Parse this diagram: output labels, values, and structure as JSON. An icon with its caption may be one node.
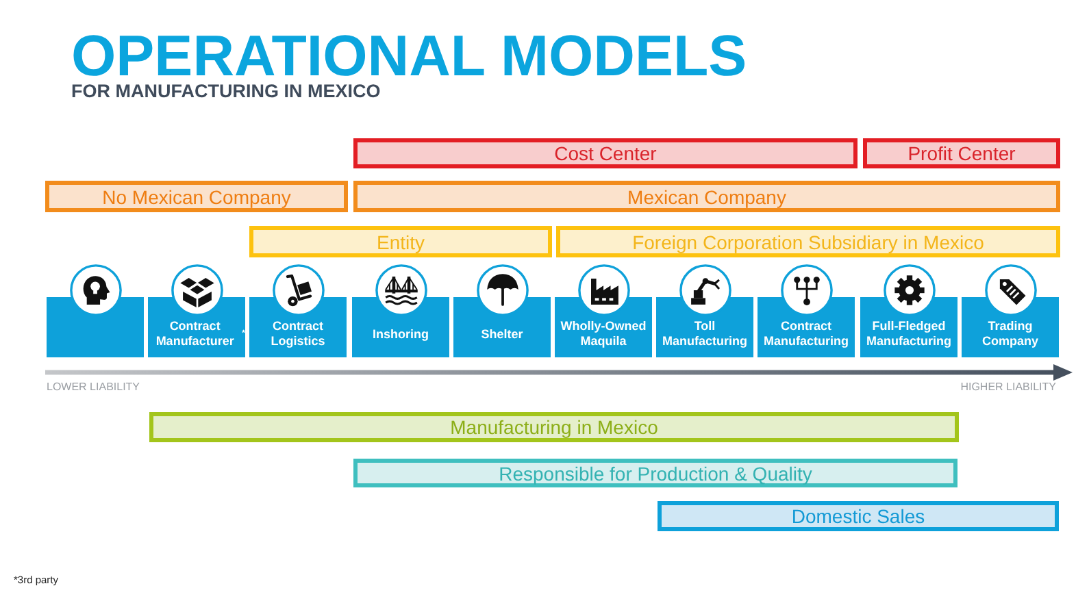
{
  "diagram": {
    "title": "OPERATIONAL MODELS",
    "nodes": [
      {
        "text": [
          "Cost Center"
        ]
      },
      {
        "text": [
          "Profit Center"
        ]
      },
      {
        "text": [
          "No Mexican Company"
        ]
      },
      {
        "text": [
          "Mexican Company"
        ]
      },
      {
        "text": [
          "Entity"
        ]
      },
      {
        "text": [
          "Foreign Corporation Subsidiary in Mexico"
        ]
      },
      {
        "text": [],
        "shape": "box"
      },
      {
        "text": [
          "Contract Manufacturer$^{*}$"
        ]
      },
      {
        "text": [
          "Contract Logistics"
        ]
      },
      {
        "text": [
          "Inshoring"
        ]
      },
      {
        "text": [
          "Shelter"
        ]
      },
      {
        "text": [
          "Wholly-Owned Maquila"
        ]
      },
      {
        "text": [
          "Toll Manufacturing"
        ]
      },
      {
        "text": [
          "Contract Manufacturing"
        ]
      },
      {
        "text": [
          "Full-Fledged Manufacturing"
        ]
      },
      {
        "text": [
          "Trading Company"
        ]
      },
      {
        "text": [
          "Manufacturing in Mexico"
        ]
      },
      {
        "text": [
          "Responsible for Production & Quality"
        ]
      },
      {
        "text": [
          "Domestic Sales"
        ]
      }
    ],
    "labels": [
      "FOR MANUFACTURING IN MEXICO",
      "LOWER LIABILITY",
      "HIGHER LIABILITY",
      "*3rd party"
    ]
  }
}
